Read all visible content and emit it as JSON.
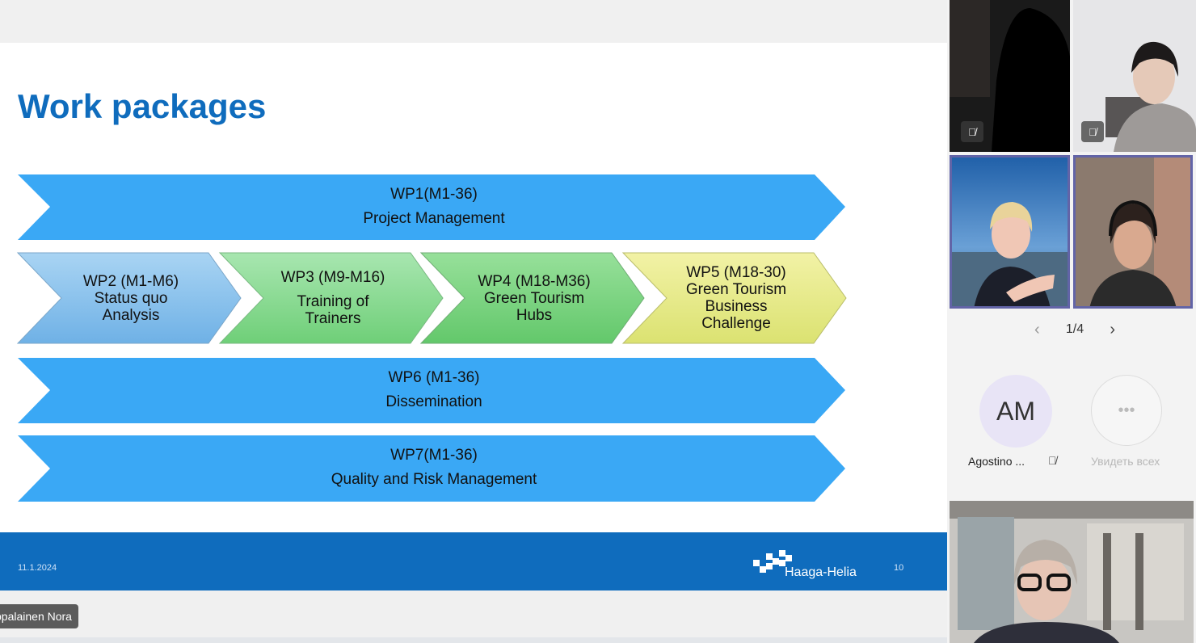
{
  "slide": {
    "title": "Work packages",
    "wp1": {
      "line1": "WP1(M1-36)",
      "line2": "Project Management"
    },
    "wp2": {
      "line1": "WP2 (M1-M6)",
      "line2": "Status quo",
      "line3": "Analysis"
    },
    "wp3": {
      "line1": "WP3 (M9-M16)",
      "line2": "Training of",
      "line3": "Trainers"
    },
    "wp4": {
      "line1": "WP4 (M18-M36)",
      "line2": "Green Tourism",
      "line3": "Hubs"
    },
    "wp5": {
      "line1": "WP5 (M18-30)",
      "line2": "Green Tourism",
      "line3": "Business",
      "line4": "Challenge"
    },
    "wp6": {
      "line1": "WP6 (M1-36)",
      "line2": "Dissemination"
    },
    "wp7": {
      "line1": "WP7(M1-36)",
      "line2": "Quality and Risk Management"
    },
    "footer": {
      "date": "11.1.2024",
      "logo_text": "Haaga-Helia",
      "page_number": "10"
    },
    "colors": {
      "title": "#0f6cbd",
      "arrow_blue": "#3aa8f5",
      "footer": "#0f6cbd"
    }
  },
  "presenter_tag": "ppalainen Nora",
  "side_panel": {
    "pager": {
      "current": "1/4"
    },
    "avatar": {
      "initials": "AM",
      "name": "Agostino ..."
    },
    "see_all": {
      "dots": "•••",
      "label": "Увидеть всех"
    },
    "mute_icon": "microphone-off-icon"
  }
}
